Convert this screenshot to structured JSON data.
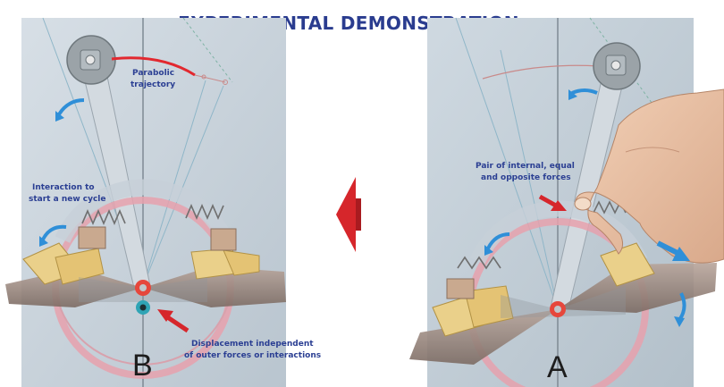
{
  "title": "EXPERIMENTAL DEMONSTRATION",
  "panel_b": {
    "letter": "B",
    "label_trajectory_1": "Parabolic",
    "label_trajectory_2": "trajectory",
    "label_interaction_1": "Interaction to",
    "label_interaction_2": "start a new cycle",
    "label_displacement_1": "Displacement independent",
    "label_displacement_2": "of outer forces or interactions"
  },
  "panel_a": {
    "letter": "A",
    "label_pair_1": "Pair of internal, equal",
    "label_pair_2": "and opposite forces"
  },
  "colors": {
    "label_blue": "#2b3f93",
    "arrow_red": "#d6262b",
    "arrow_blue": "#2f8fd8",
    "board": "#c9d3dc",
    "brass": "#e6c77a"
  }
}
